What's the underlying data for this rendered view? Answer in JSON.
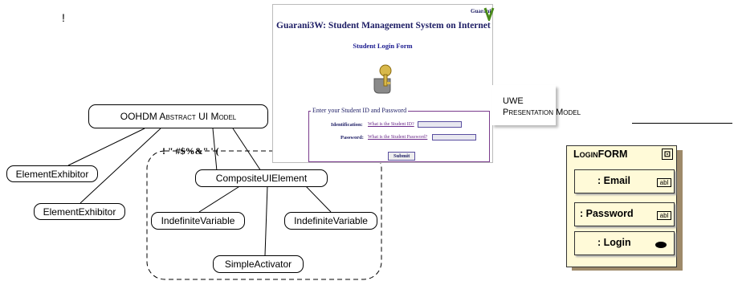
{
  "left": {
    "exclamation": "!",
    "model_title": "OOHDM Abstract UI Model",
    "mid_glyphs": "! \" #$%&\" ' (",
    "nodes": {
      "exhibitor_1": "ElementExhibitor",
      "exhibitor_2": "ElementExhibitor",
      "composite": "CompositeUIElement",
      "variable_1": "IndefiniteVariable",
      "variable_2": "IndefiniteVariable",
      "activator": "SimpleActivator"
    }
  },
  "screenshot": {
    "title": "Guarani3W: Student Management System on Internet",
    "logo": "Guarani",
    "subtitle": "Student Login Form",
    "legend": "Enter your Student ID and Password",
    "id_label": "Identification:",
    "id_link": "What is the Student ID?",
    "pw_label": "Password:",
    "pw_link": "What is the Student Password?",
    "submit": "Submit"
  },
  "uwe": {
    "line1": "UWE",
    "line2": "Presentation Model",
    "form_title": "LoginFORM",
    "fields": [
      {
        "label": ": Email",
        "icon": "abl"
      },
      {
        "label": ": Password",
        "icon": "abl"
      },
      {
        "label": ": Login",
        "icon": "button-oval-icon"
      }
    ]
  }
}
